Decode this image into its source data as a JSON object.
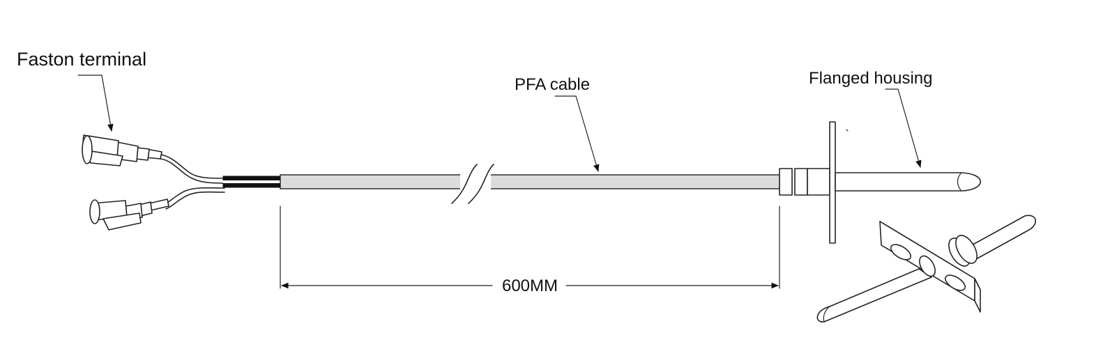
{
  "labels": {
    "faston_terminal": "Faston terminal",
    "pfa_cable": "PFA cable",
    "flanged_housing": "Flanged housing",
    "length": "600MM"
  },
  "colors": {
    "line": "#222222",
    "cable_fill": "#dcdcdc",
    "insulation": "#111111",
    "background": "#ffffff"
  }
}
